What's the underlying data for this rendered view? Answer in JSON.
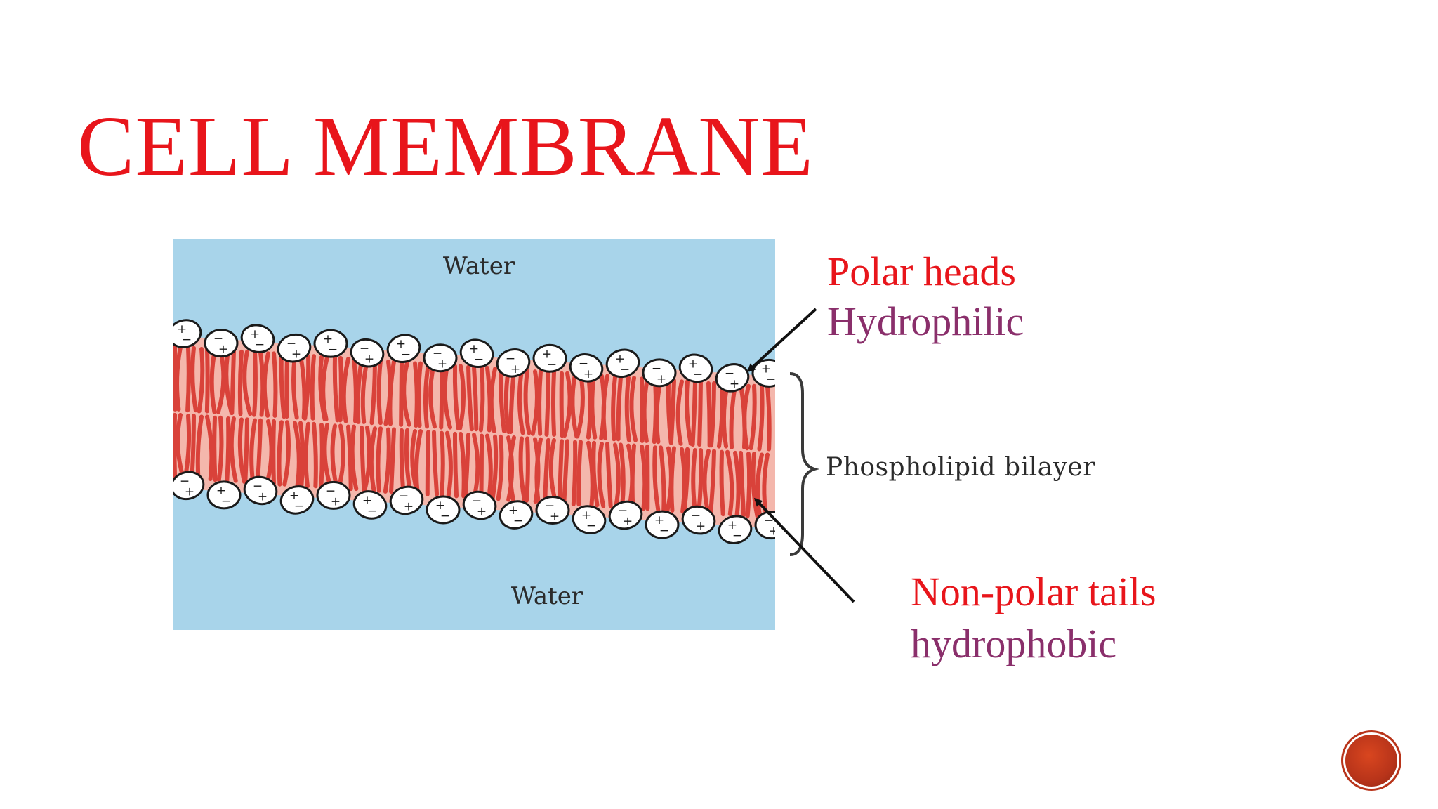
{
  "slide": {
    "title": "CELL MEMBRANE",
    "colors": {
      "title": "#e8151b",
      "label_red": "#e8151b",
      "label_purple": "#8a2f6b",
      "water": "#a8d4ea",
      "membrane_core": "#f4b7ac",
      "lipid_tail": "#d9423a",
      "nav_button": "#b8341a"
    }
  },
  "diagram": {
    "water_top": "Water",
    "water_bottom": "Water",
    "bilayer": "Phospholipid bilayer"
  },
  "callouts": {
    "polar_heads": "Polar heads",
    "hydrophilic": "Hydrophilic",
    "nonpolar_tails": "Non-polar tails",
    "hydrophobic": "hydrophobic"
  },
  "navigation": {
    "next_icon": "circle-button-icon"
  }
}
